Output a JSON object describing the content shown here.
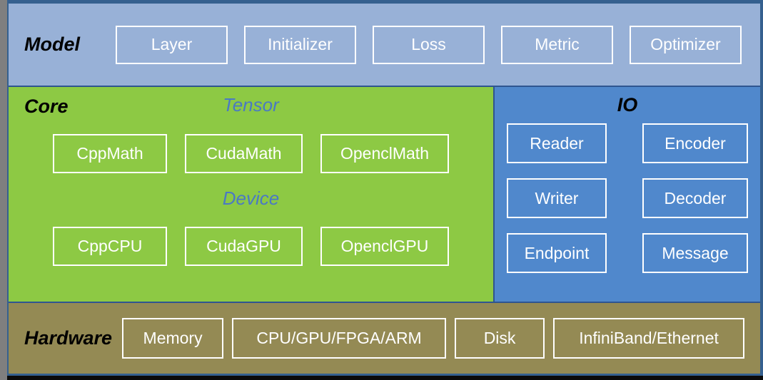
{
  "colors": {
    "model_bg": "#98B1D7",
    "core_bg": "#8DC944",
    "io_bg": "#5088CC",
    "hardware_bg": "#948A54",
    "frame_border": "#35608F",
    "divider": "#2F5590",
    "box_border": "#FFFFFF",
    "box_text": "#FFFFFF",
    "section_title_text": "#000000",
    "subsection_label_text": "#4A79C4",
    "left_strip": "#7F7F7F",
    "bottom_strip": "#0A0A0A"
  },
  "sections": {
    "model": {
      "title": "Model",
      "boxes": [
        "Layer",
        "Initializer",
        "Loss",
        "Metric",
        "Optimizer"
      ]
    },
    "core": {
      "title": "Core",
      "subsections": [
        {
          "label": "Tensor",
          "boxes": [
            "CppMath",
            "CudaMath",
            "OpenclMath"
          ]
        },
        {
          "label": "Device",
          "boxes": [
            "CppCPU",
            "CudaGPU",
            "OpenclGPU"
          ]
        }
      ]
    },
    "io": {
      "title": "IO",
      "boxes": [
        "Reader",
        "Encoder",
        "Writer",
        "Decoder",
        "Endpoint",
        "Message"
      ]
    },
    "hardware": {
      "title": "Hardware",
      "boxes": [
        "Memory",
        "CPU/GPU/FPGA/ARM",
        "Disk",
        "InfiniBand/Ethernet"
      ]
    }
  }
}
